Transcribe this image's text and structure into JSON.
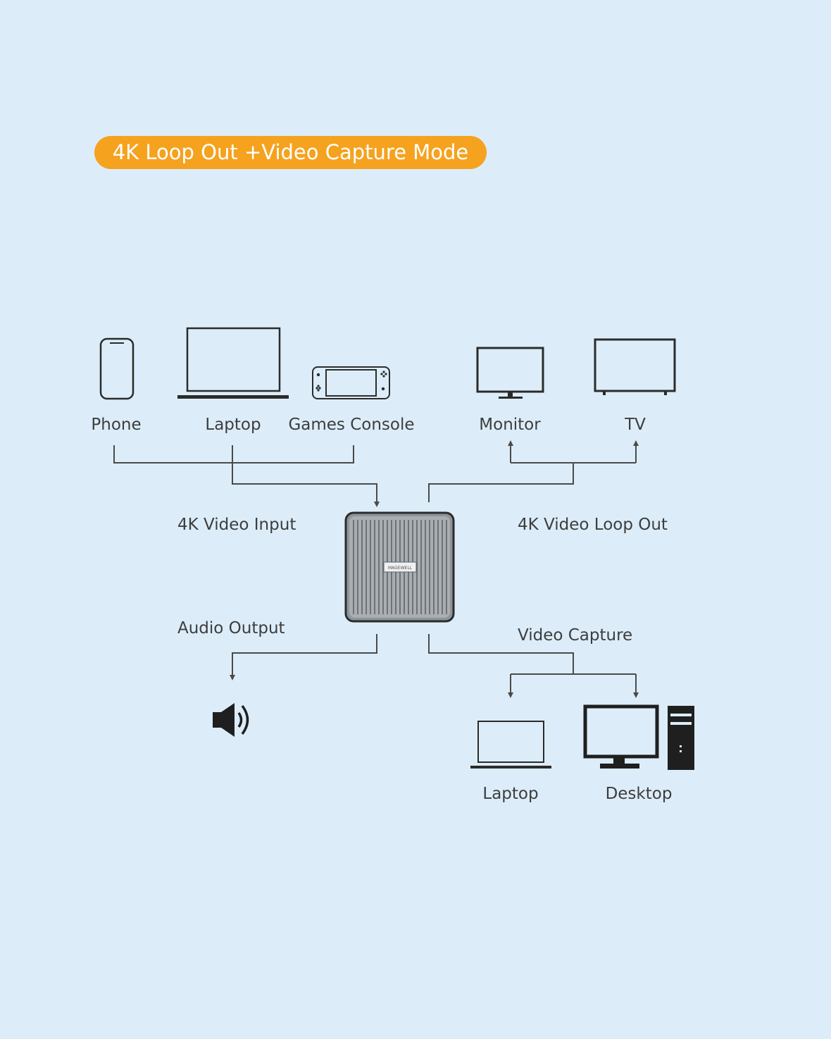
{
  "mode_title": "4K Loop Out +Video Capture Mode",
  "sources": {
    "phone": "Phone",
    "laptop": "Laptop",
    "console": "Games Console"
  },
  "displays": {
    "monitor": "Monitor",
    "tv": "TV"
  },
  "flows": {
    "input": "4K Video Input",
    "loop_out": "4K Video Loop Out",
    "audio": "Audio Output",
    "capture": "Video Capture"
  },
  "capture_targets": {
    "laptop": "Laptop",
    "desktop": "Desktop"
  },
  "device_logo": "MAGEWELL",
  "colors": {
    "background": "#dcedf9",
    "accent": "#f5a21f",
    "line": "#4a4a4a",
    "icon": "#2b2b2b"
  }
}
